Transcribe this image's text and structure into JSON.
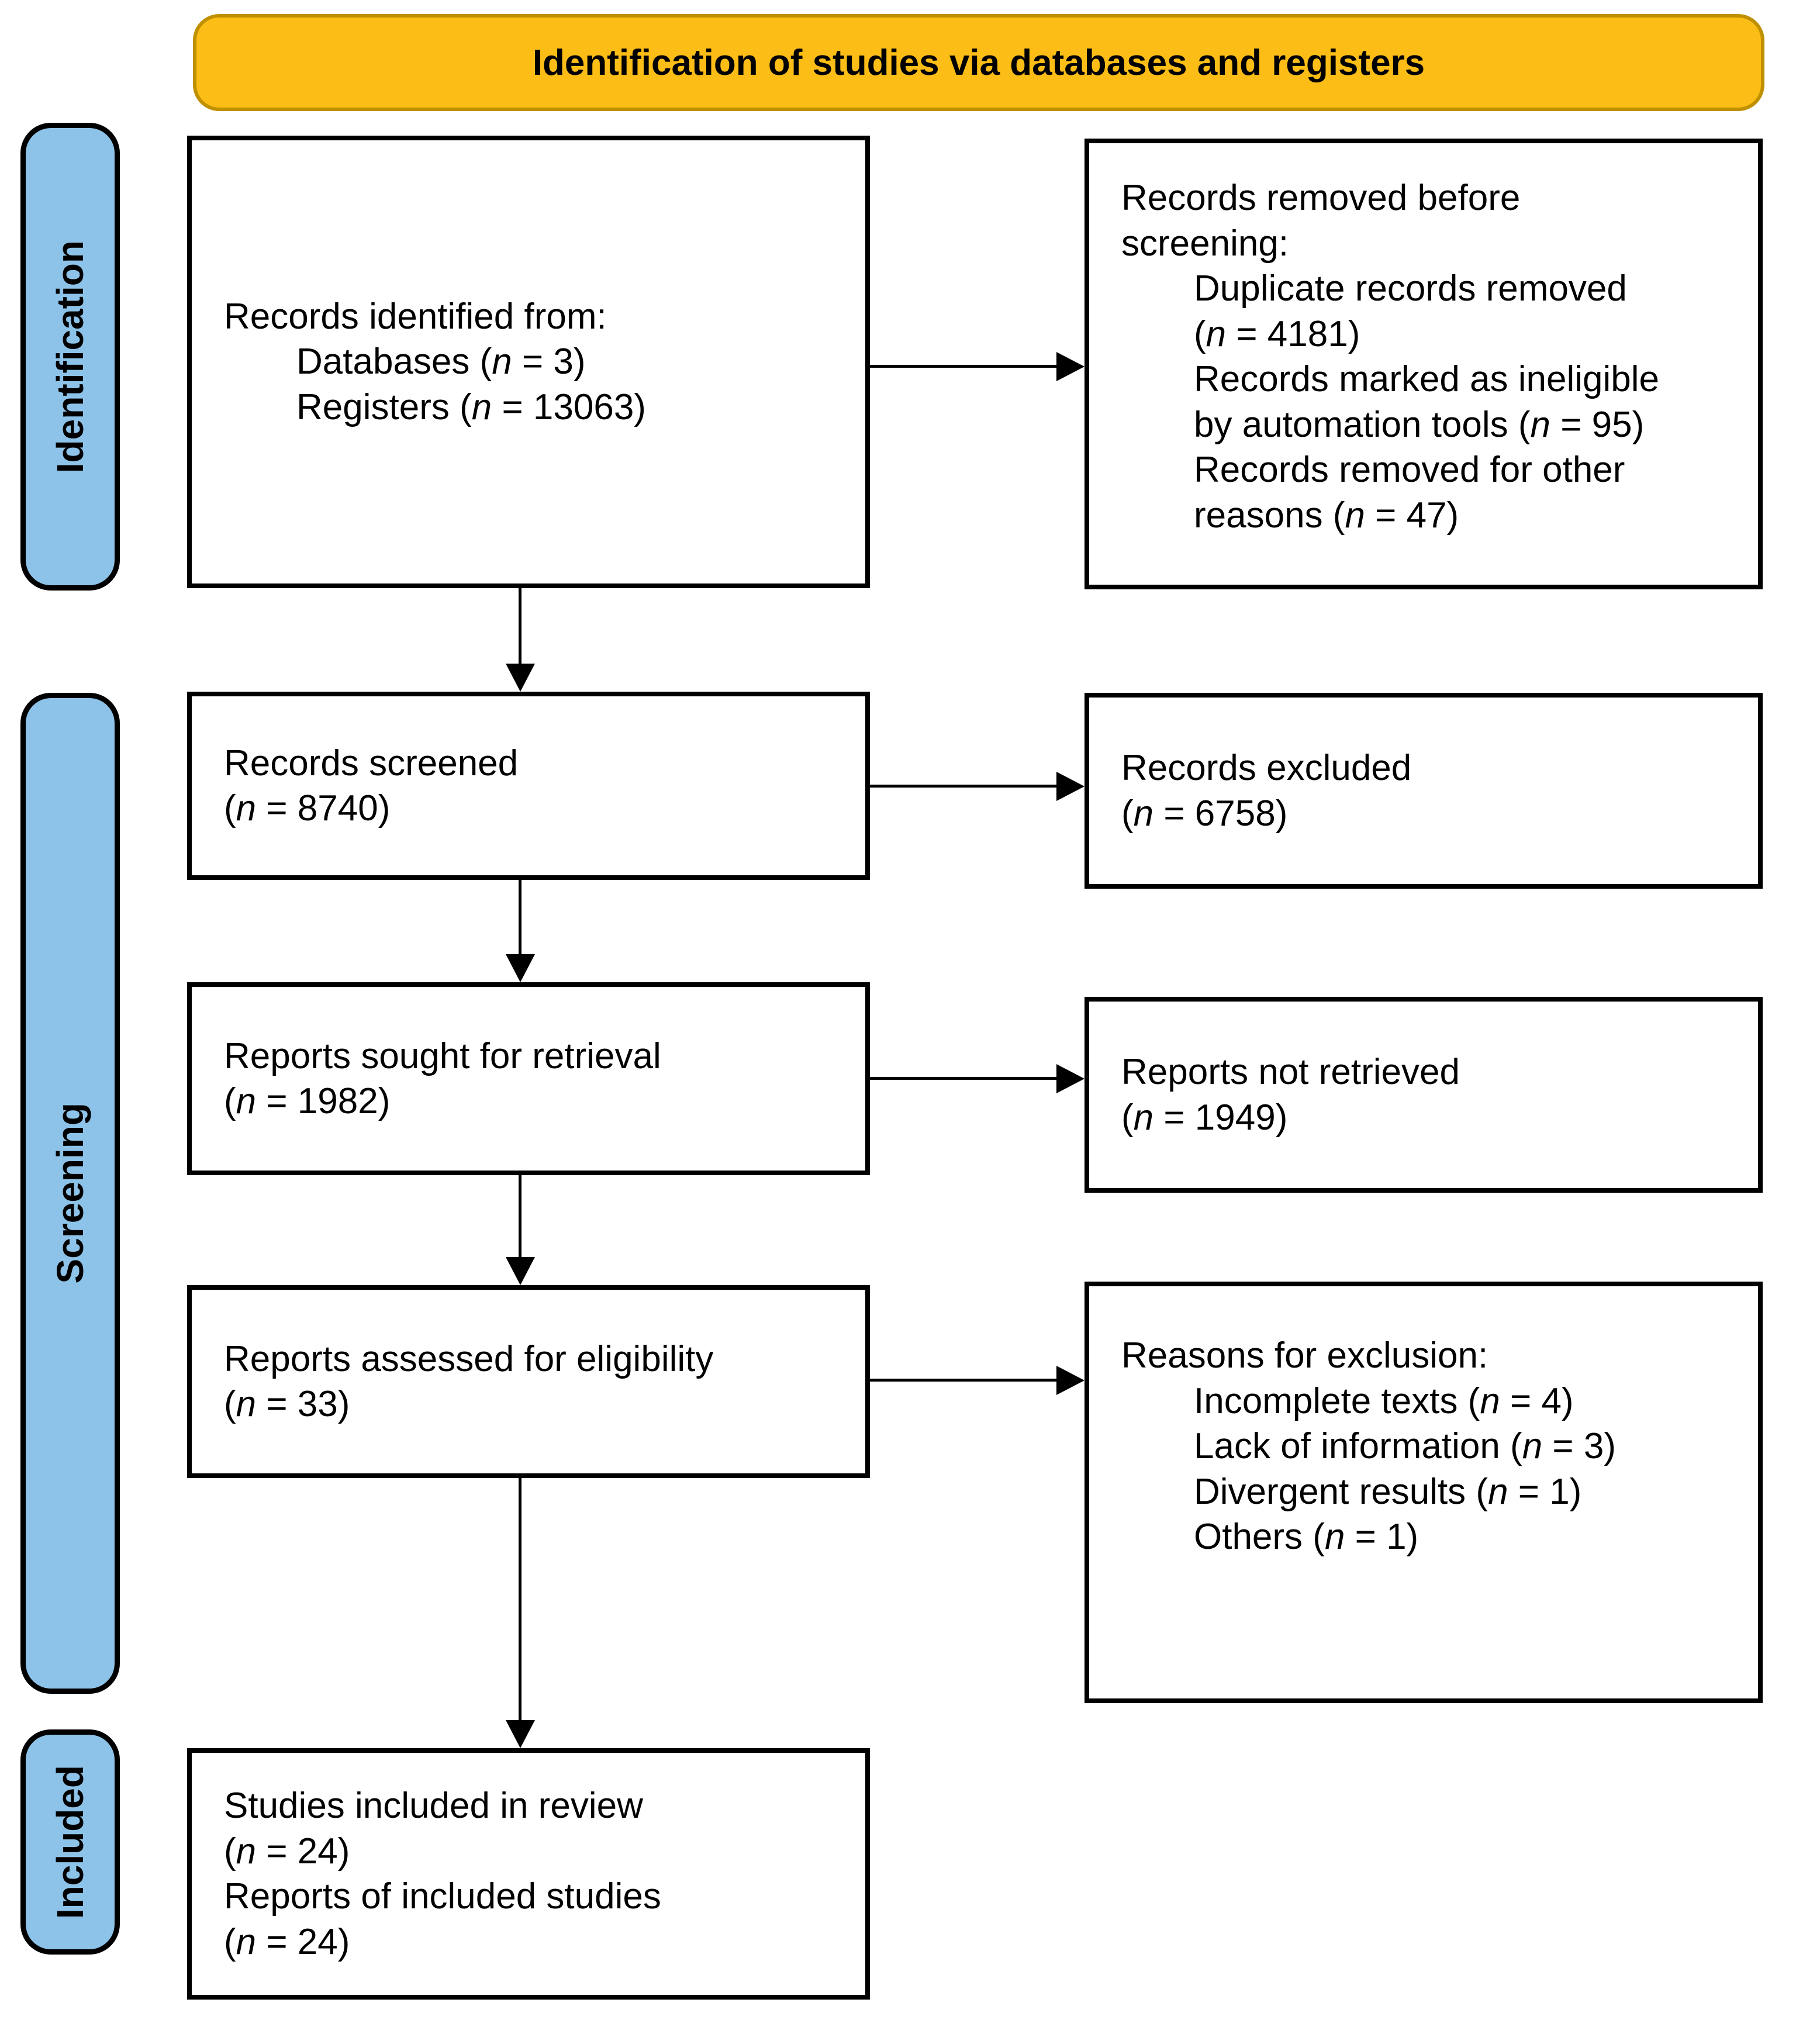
{
  "banner": {
    "label": "Identification of studies via databases and registers"
  },
  "colors": {
    "banner_bg": "#FBBD16",
    "banner_border": "#BF9000",
    "stage_bg": "#8DC3E8",
    "box_bg": "#FFFFFF",
    "line_color": "#000000"
  },
  "stages": {
    "identification": {
      "label": "Identification"
    },
    "screening": {
      "label": "Screening"
    },
    "included": {
      "label": "Included"
    }
  },
  "boxes": {
    "records_identified": {
      "lines": [
        {
          "text": "Records identified from:",
          "indent": 0
        },
        {
          "text": "Databases (n = 3)",
          "indent": 1
        },
        {
          "text": "Registers (n = 13063)",
          "indent": 1
        }
      ]
    },
    "records_removed": {
      "lines": [
        {
          "text": "Records removed before",
          "indent": 0
        },
        {
          "text": "screening:",
          "indent": 0
        },
        {
          "text": "Duplicate records removed",
          "indent": 1
        },
        {
          "text": "(n = 4181)",
          "indent": 1
        },
        {
          "text": "Records marked as ineligible",
          "indent": 1
        },
        {
          "text": "by automation tools (n = 95)",
          "indent": 1
        },
        {
          "text": "Records removed for other",
          "indent": 1
        },
        {
          "text": "reasons (n = 47)",
          "indent": 1
        }
      ]
    },
    "records_screened": {
      "lines": [
        {
          "text": "Records screened",
          "indent": 0
        },
        {
          "text": "(n = 8740)",
          "indent": 0
        }
      ]
    },
    "records_excluded": {
      "lines": [
        {
          "text": "Records excluded",
          "indent": 0
        },
        {
          "text": "(n = 6758)",
          "indent": 0
        }
      ]
    },
    "reports_sought": {
      "lines": [
        {
          "text": "Reports sought for retrieval",
          "indent": 0
        },
        {
          "text": "(n = 1982)",
          "indent": 0
        }
      ]
    },
    "reports_not_retrieved": {
      "lines": [
        {
          "text": "Reports not retrieved",
          "indent": 0
        },
        {
          "text": "(n = 1949)",
          "indent": 0
        }
      ]
    },
    "reports_assessed": {
      "lines": [
        {
          "text": "Reports assessed for eligibility",
          "indent": 0
        },
        {
          "text": "(n = 33)",
          "indent": 0
        }
      ]
    },
    "reasons_exclusion": {
      "lines": [
        {
          "text": "Reasons for exclusion:",
          "indent": 0
        },
        {
          "text": "Incomplete texts (n = 4)",
          "indent": 1
        },
        {
          "text": "Lack of information (n = 3)",
          "indent": 1
        },
        {
          "text": "Divergent results (n = 1)",
          "indent": 1
        },
        {
          "text": "Others (n = 1)",
          "indent": 1
        }
      ]
    },
    "studies_included": {
      "lines": [
        {
          "text": "Studies included in review",
          "indent": 0
        },
        {
          "text": "(n = 24)",
          "indent": 0
        },
        {
          "text": "Reports of included studies",
          "indent": 0
        },
        {
          "text": "(n = 24)",
          "indent": 0
        }
      ]
    }
  }
}
